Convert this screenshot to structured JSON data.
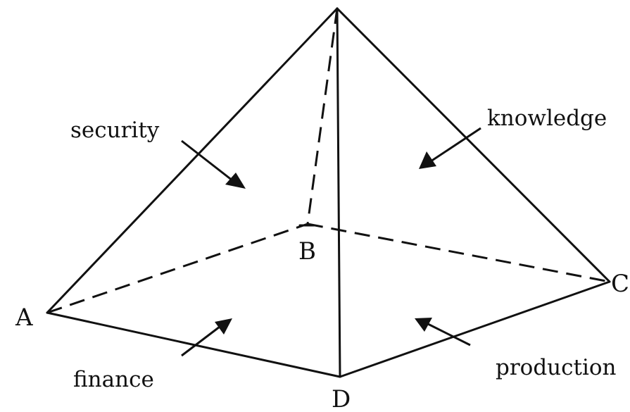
{
  "vertices": {
    "a": "A",
    "b": "B",
    "c": "C",
    "d": "D"
  },
  "faces": {
    "security": "security",
    "knowledge": "knowledge",
    "finance": "finance",
    "production": "production"
  }
}
